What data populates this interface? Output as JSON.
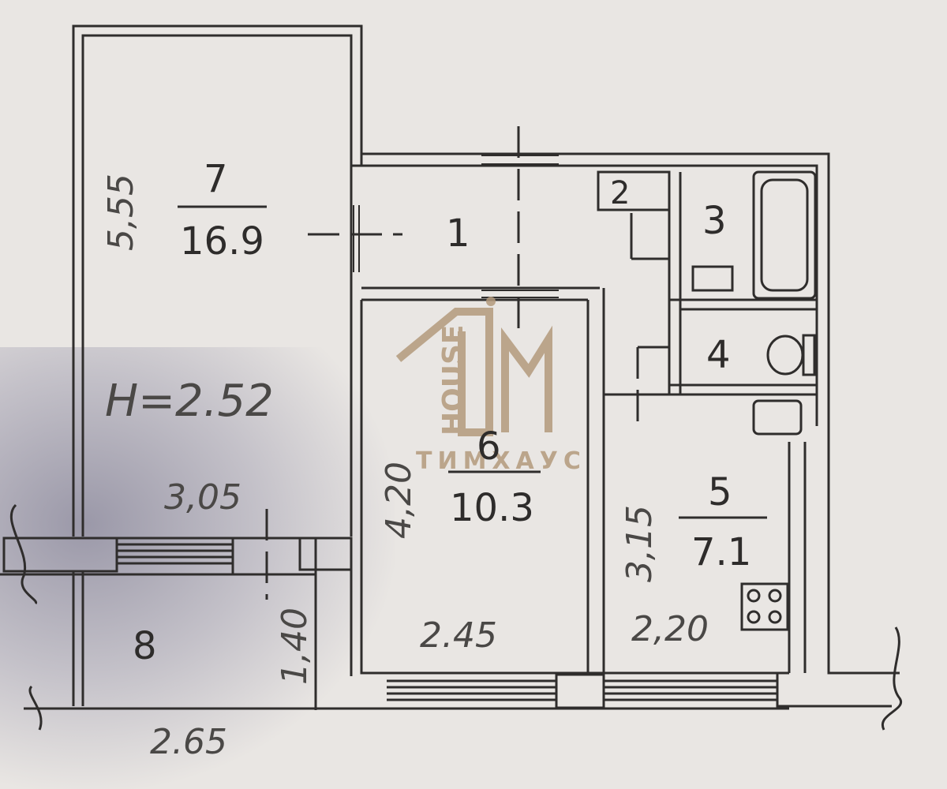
{
  "rooms": [
    {
      "number": "1"
    },
    {
      "number": "2"
    },
    {
      "number": "3"
    },
    {
      "number": "4"
    },
    {
      "number": "5",
      "area": "7.1"
    },
    {
      "number": "6",
      "area": "10.3"
    },
    {
      "number": "7",
      "area": "16.9"
    },
    {
      "number": "8"
    }
  ],
  "dimensions": {
    "room7_height": "5,55",
    "room7_width": "3,05",
    "room6_height": "4,20",
    "room6_width": "2.45",
    "room5_height": "3,15",
    "room5_width": "2,20",
    "balcony_height": "1,40",
    "bottom_width": "2.65"
  },
  "ceiling_height": "H=2.52",
  "watermark": {
    "mark": "HOUSE",
    "brand": "ТИМХАУС",
    "color": "#b39a7c"
  },
  "colors": {
    "paper": "#e9e6e3",
    "wall": "#2f2d2c"
  }
}
